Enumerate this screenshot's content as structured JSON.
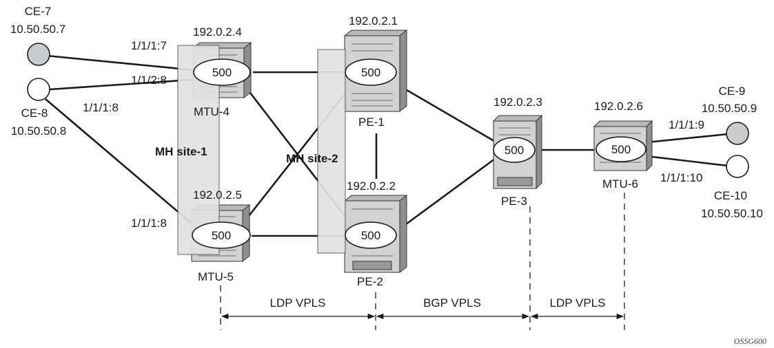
{
  "diagram_id": "OSSG600",
  "service_id": "500",
  "ce": {
    "ce7": {
      "name": "CE-7",
      "ip": "10.50.50.7"
    },
    "ce8": {
      "name": "CE-8",
      "ip": "10.50.50.8"
    },
    "ce9": {
      "name": "CE-9",
      "ip": "10.50.50.9"
    },
    "ce10": {
      "name": "CE-10",
      "ip": "10.50.50.10"
    }
  },
  "nodes": {
    "mtu4": {
      "name": "MTU-4",
      "ip": "192.0.2.4"
    },
    "mtu5": {
      "name": "MTU-5",
      "ip": "192.0.2.5"
    },
    "pe1": {
      "name": "PE-1",
      "ip": "192.0.2.1"
    },
    "pe2": {
      "name": "PE-2",
      "ip": "192.0.2.2"
    },
    "pe3": {
      "name": "PE-3",
      "ip": "192.0.2.3"
    },
    "mtu6": {
      "name": "MTU-6",
      "ip": "192.0.2.6"
    }
  },
  "ports": {
    "ce7_mtu4": "1/1/1:7",
    "ce8_mtu4": "1/1/2:8",
    "ce8_mtu5": "1/1/1:8",
    "mtu5_ce8": "1/1/1:8",
    "mtu6_ce9": "1/1/1:9",
    "mtu6_ce10": "1/1/1:10"
  },
  "mh_sites": {
    "site1": "MH site-1",
    "site2": "MH site-2"
  },
  "segments": {
    "seg1": "LDP VPLS",
    "seg2": "BGP VPLS",
    "seg3": "LDP VPLS"
  }
}
